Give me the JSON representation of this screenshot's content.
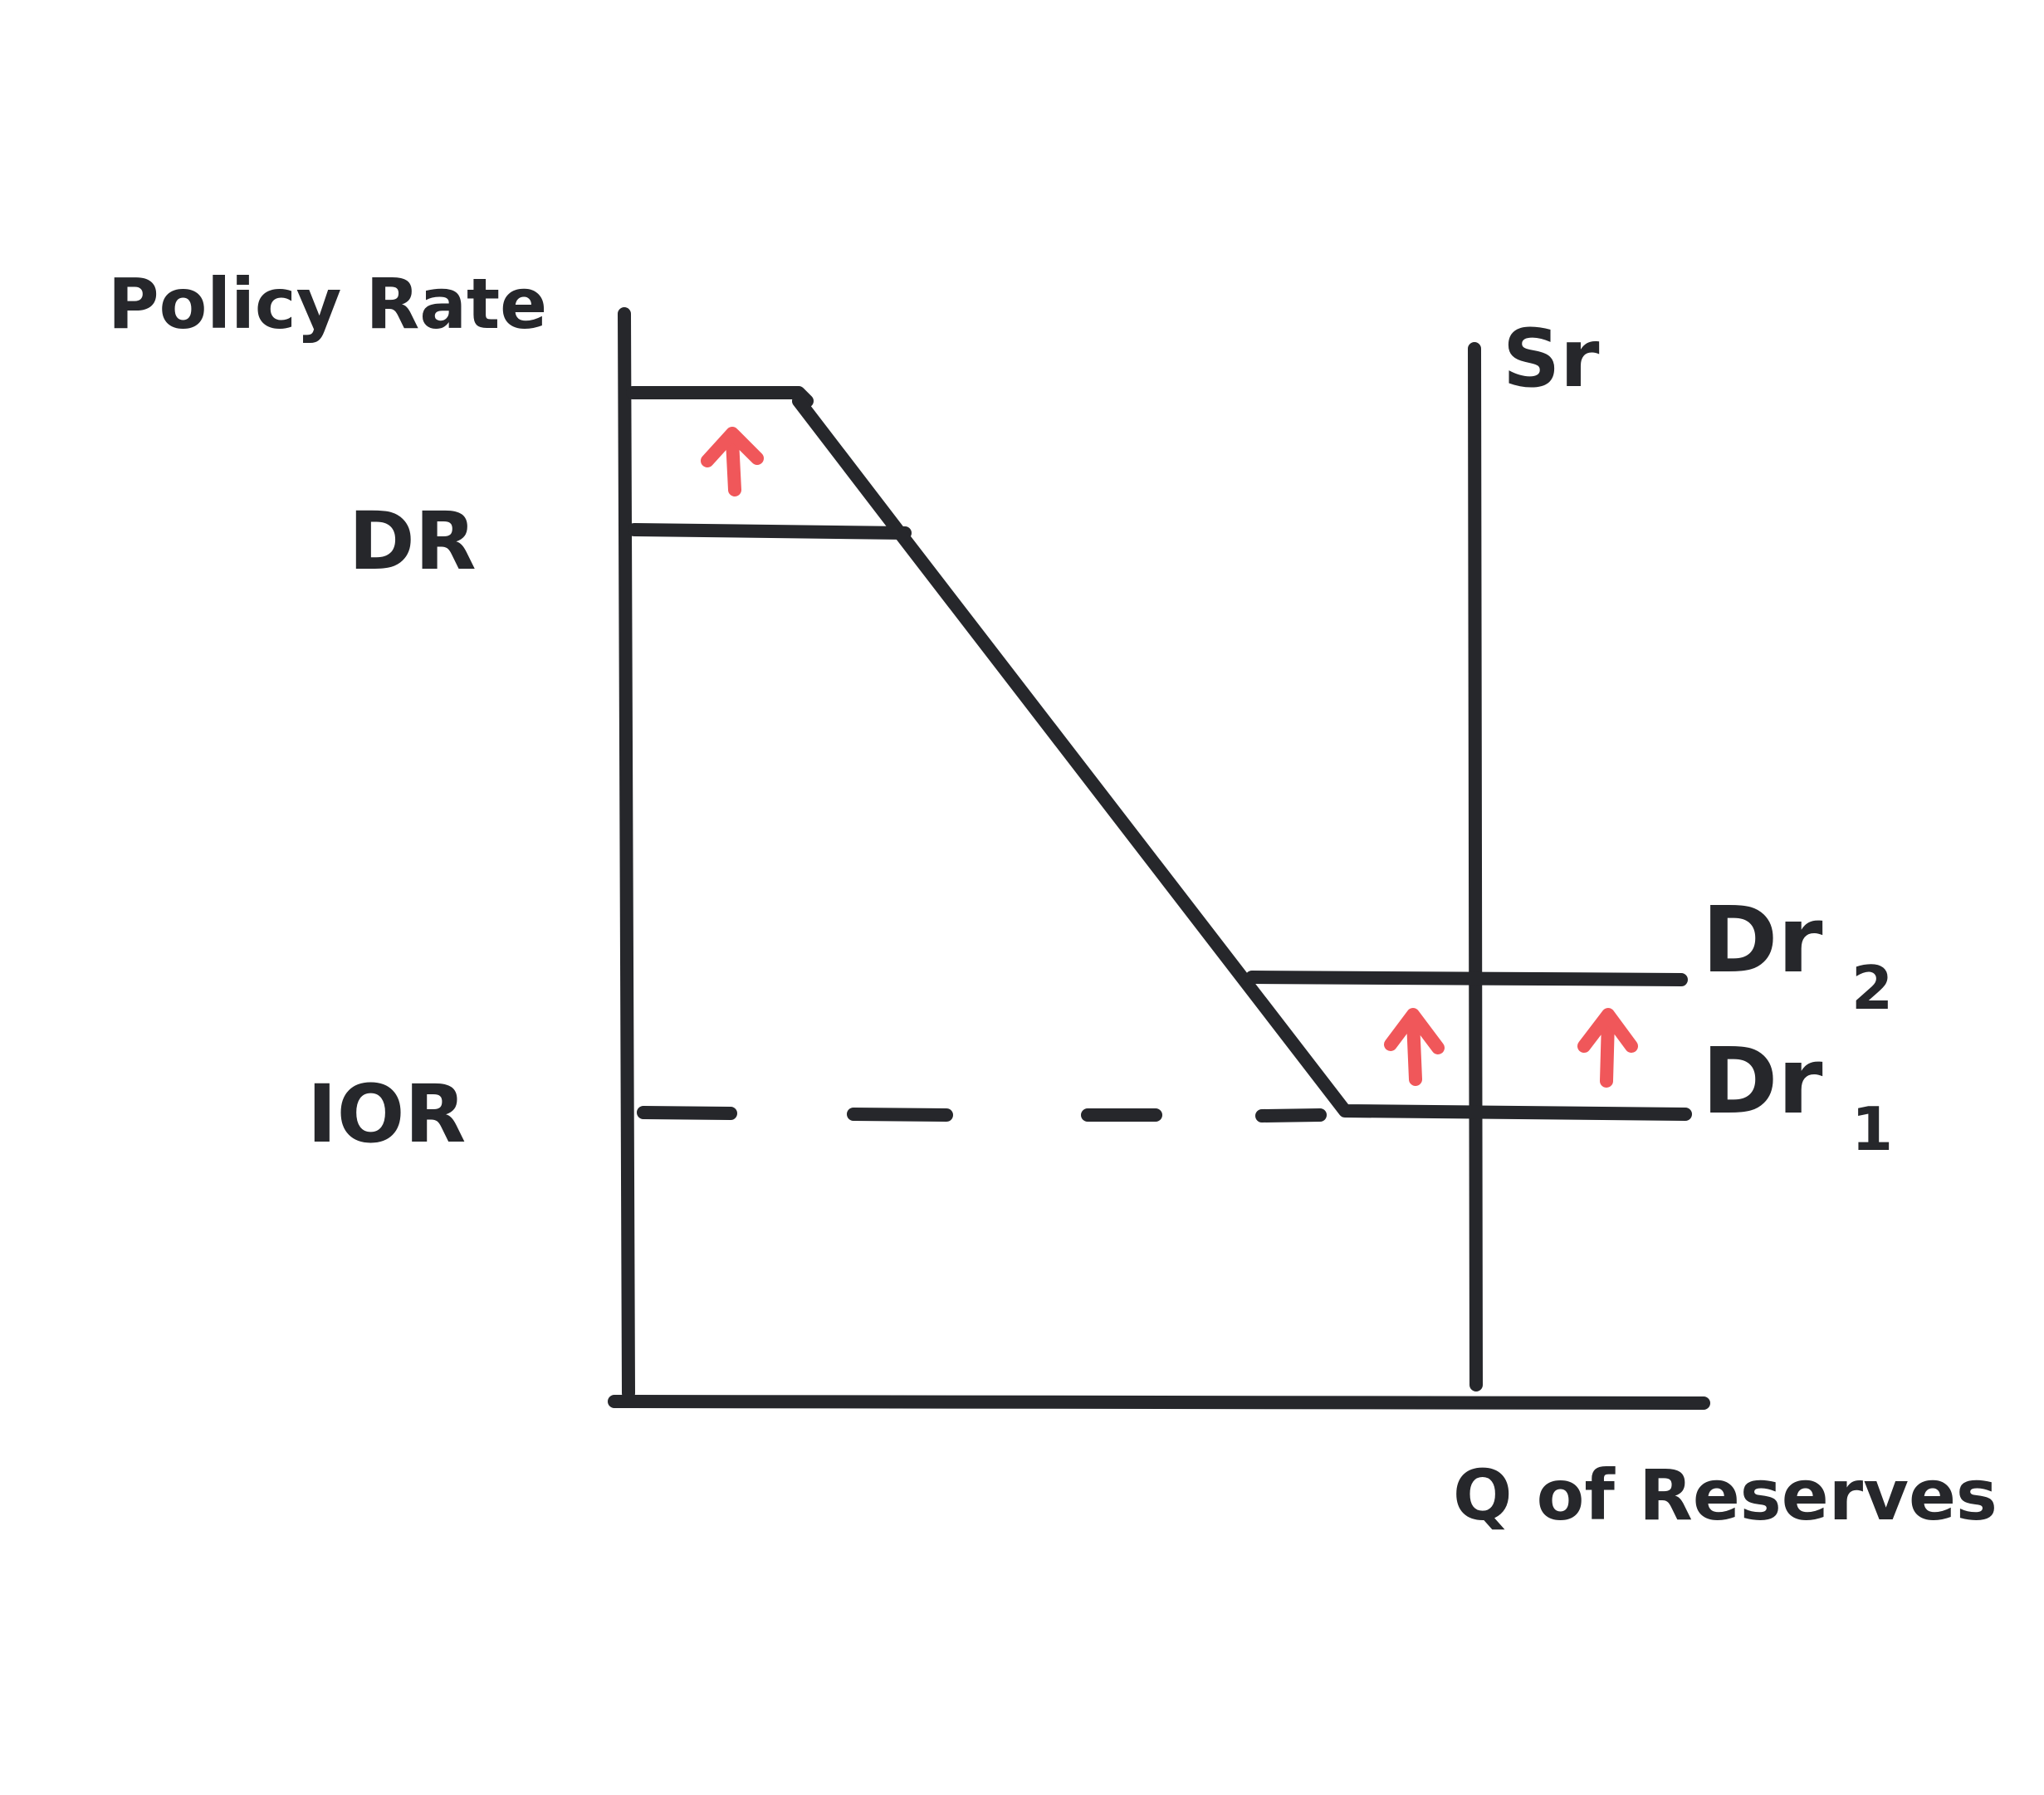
{
  "labels": {
    "y_axis": "Policy Rate",
    "x_axis": "Q of Reserves",
    "dr": "DR",
    "ior": "IOR",
    "supply": "Sr",
    "demand_1_main": "Dr",
    "demand_1_sub": "1",
    "demand_2_main": "Dr",
    "demand_2_sub": "2"
  },
  "colors": {
    "ink": "#26272b",
    "arrow": "#f0575a",
    "background": "#ffffff"
  }
}
